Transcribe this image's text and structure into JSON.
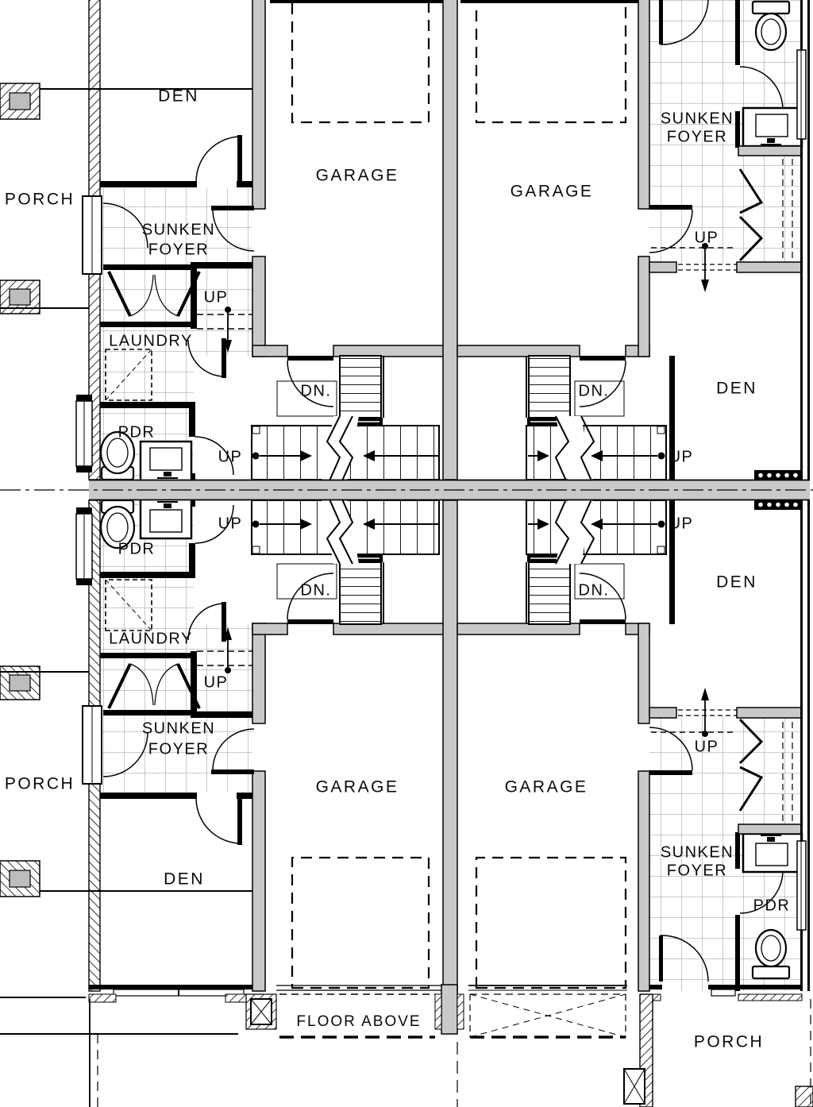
{
  "colors": {
    "line": "#000000",
    "wall_fill": "#c9c9c9",
    "tile_line": "#969696",
    "background": "#ffffff"
  },
  "labels": {
    "porch_tl": "PORCH",
    "porch_bl": "PORCH",
    "porch_br": "PORCH",
    "den_tl": "DEN",
    "den_tr": "DEN",
    "den_bl": "DEN",
    "den_br": "DEN",
    "garage_tl": "GARAGE",
    "garage_tr": "GARAGE",
    "garage_bl": "GARAGE",
    "garage_br": "GARAGE",
    "sunken_tl_1": "SUNKEN",
    "sunken_tl_2": "FOYER",
    "sunken_tr_1": "SUNKEN",
    "sunken_tr_2": "FOYER",
    "sunken_bl_1": "SUNKEN",
    "sunken_bl_2": "FOYER",
    "sunken_br_1": "SUNKEN",
    "sunken_br_2": "FOYER",
    "laundry_tl": "LAUNDRY",
    "laundry_bl": "LAUNDRY",
    "pdr_tl": "PDR",
    "pdr_bl": "PDR",
    "pdr_br": "PDR",
    "up_entry_tl": "UP",
    "up_entry_tr": "UP",
    "up_entry_bl": "UP",
    "up_entry_br": "UP",
    "up_stair_tl": "UP",
    "up_stair_tr": "UP",
    "up_stair_bl": "UP",
    "up_stair_br": "UP",
    "dn_stair_tl": "DN.",
    "dn_stair_tr": "DN.",
    "dn_stair_bl": "DN.",
    "dn_stair_br": "DN.",
    "floor_above": "FLOOR ABOVE"
  }
}
